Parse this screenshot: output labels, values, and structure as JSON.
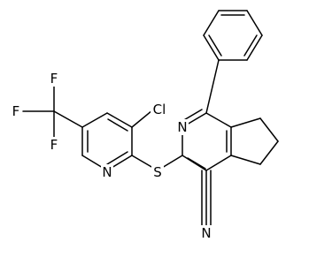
{
  "molecule": {
    "atom_labels": {
      "fluorine_left": "F",
      "fluorine_top": "F",
      "fluorine_bottom": "F",
      "chlorine": "Cl",
      "pyridine_nitrogen_left": "N",
      "sulfur": "S",
      "pyridine_nitrogen_right": "N",
      "nitrile_nitrogen": "N"
    }
  }
}
